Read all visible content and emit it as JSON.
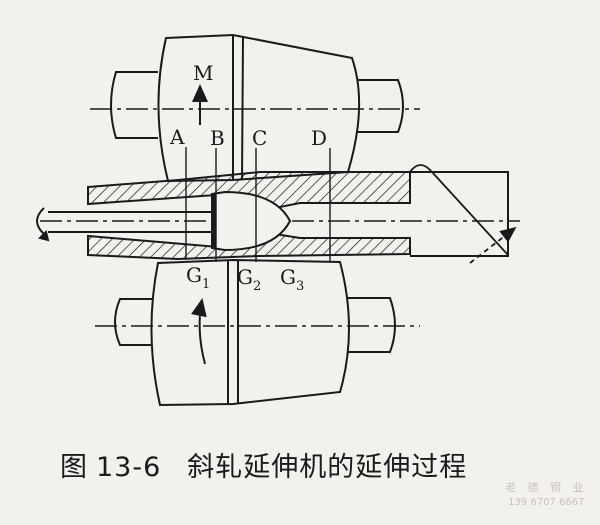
{
  "figure": {
    "caption_prefix": "图",
    "caption_number": "13-6",
    "caption_title": "斜轧延伸机的延伸过程"
  },
  "labels": {
    "M": "M",
    "A": "A",
    "B": "B",
    "C": "C",
    "D": "D",
    "G1_base": "G",
    "G1_sub": "1",
    "G2_base": "G",
    "G2_sub": "2",
    "G3_base": "G",
    "G3_sub": "3"
  },
  "watermark": {
    "line1": "老 德 钢 业",
    "line2": "139 6707 6667"
  },
  "colors": {
    "ink": "#1a1a1a",
    "background": "#f3f1ee",
    "watermark": "#c9c2bd"
  }
}
